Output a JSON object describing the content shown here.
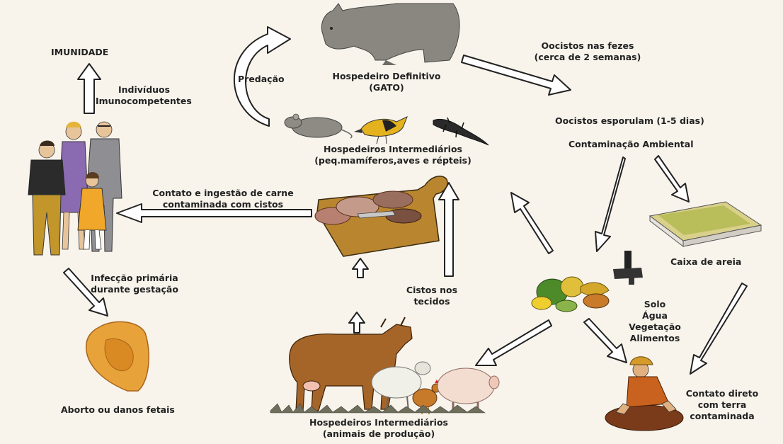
{
  "labels": {
    "imunidade": "IMUNIDADE",
    "imunocompetentes": [
      "Indivíduos",
      "Imunocompetentes"
    ],
    "predacao": "Predação",
    "hospedeiro_definitivo": [
      "Hospedeiro Definitivo",
      "(GATO)"
    ],
    "oocistos_fezes": [
      "Oocistos nas fezes",
      "(cerca de 2 semanas)"
    ],
    "oocistos_esporulam": "Oocistos esporulam (1-5 dias)",
    "contaminacao_ambiental": "Contaminação Ambiental",
    "hospedeiros_intermediarios_pequenos": [
      "Hospedeiros Intermediários",
      "(peq.mamíferos,aves e répteis)"
    ],
    "contato_carne": [
      "Contato e ingestão de carne",
      "contaminada com cistos"
    ],
    "caixa_areia": "Caixa de areia",
    "infeccao_primaria": [
      "Infecção primária",
      "durante gestação"
    ],
    "cistos_tecidos": [
      "Cistos nos",
      "tecidos"
    ],
    "meio_ambiente": [
      "Solo",
      "Água",
      "Vegetação",
      "Alimentos"
    ],
    "aborto": "Aborto ou danos fetais",
    "hospedeiros_intermediarios_producao": [
      "Hospedeiros Intermediários",
      "(animais de produção)"
    ],
    "contato_terra": [
      "Contato direto",
      "com terra",
      "contaminada"
    ]
  },
  "colors": {
    "background": "#f8f4ec",
    "arrow_fill": "#ffffff",
    "arrow_stroke": "#222222",
    "text": "#222222"
  },
  "icons": [
    "cat-icon",
    "mouse-icon",
    "bird-icon",
    "lizard-icon",
    "family-icon",
    "meat-board-icon",
    "sandbox-icon",
    "vegetables-faucet-icon",
    "fetus-icon",
    "cow-icon",
    "sheep-icon",
    "chicken-icon",
    "pig-icon",
    "gardener-icon"
  ]
}
